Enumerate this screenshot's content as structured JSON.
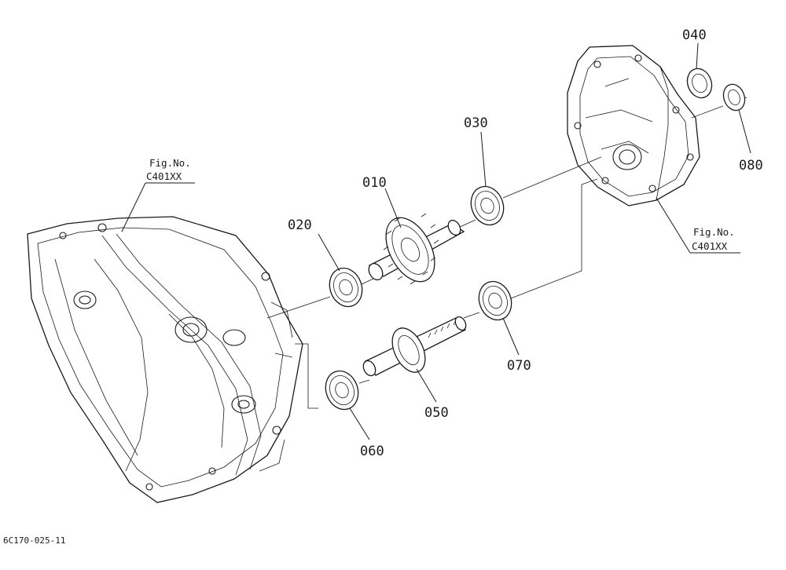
{
  "parts": {
    "p010": "010",
    "p020": "020",
    "p030": "030",
    "p040": "040",
    "p050": "050",
    "p060": "060",
    "p070": "070",
    "p080": "080"
  },
  "references": {
    "left": {
      "line1": "Fig.No.",
      "line2": "C401XX"
    },
    "right": {
      "line1": "Fig.No.",
      "line2": "C401XX"
    }
  },
  "footer": {
    "code": "6C170-025-11"
  }
}
